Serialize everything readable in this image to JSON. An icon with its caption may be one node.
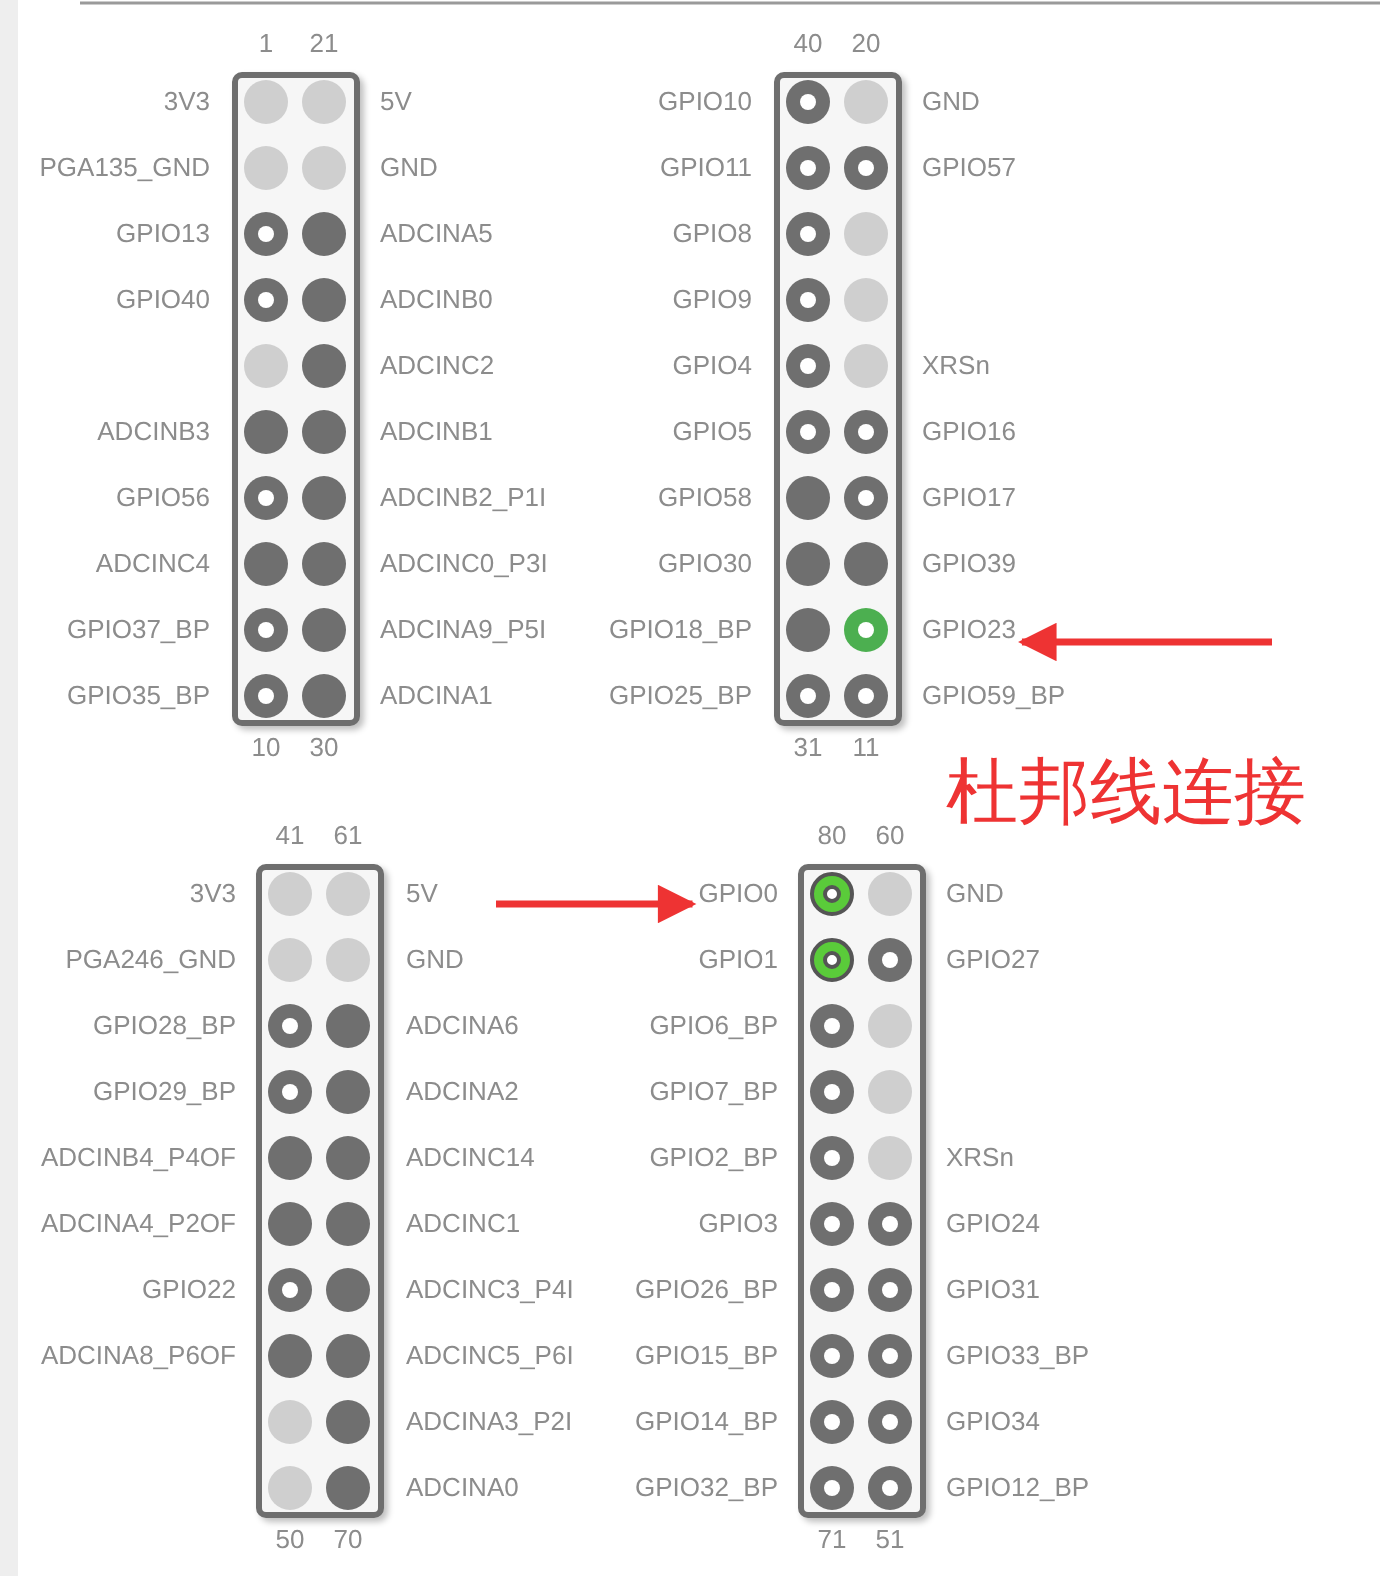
{
  "diagram": {
    "nodes": [
      {
        "text": [],
        "shape": "box",
        "beside": [
          "1",
          "21",
          "10",
          "30"
        ]
      },
      {
        "text": [],
        "shape": "box",
        "beside": [
          "40",
          "20",
          "31",
          "11"
        ]
      },
      {
        "text": [],
        "shape": "box",
        "beside": [
          "41",
          "61",
          "50",
          "70"
        ]
      },
      {
        "text": [],
        "shape": "box",
        "beside": [
          "80",
          "60",
          "71",
          "51"
        ]
      },
      {
        "text": [
          "GPIO23"
        ]
      },
      {
        "text": [
          "GPIO0"
        ]
      }
    ],
    "edges": [
      {
        "from": null,
        "to": 4,
        "arrow": "to"
      },
      {
        "from": null,
        "to": 5,
        "arrow": "to"
      }
    ],
    "labels": [
      "3V3",
      "5V",
      "PGA135_GND",
      "GND",
      "GPIO13",
      "ADCINA5",
      "GPIO40",
      "ADCINB0",
      "ADCINC2",
      "ADCINB3",
      "ADCINB1",
      "GPIO56",
      "ADCINB2_P1I",
      "ADCINC4",
      "ADCINC0_P3I",
      "GPIO37_BP",
      "ADCINA9_P5I",
      "GPIO35_BP",
      "ADCINA1",
      "GPIO10",
      "GND",
      "GPIO11",
      "GPIO57",
      "GPIO8",
      "GPIO9",
      "GPIO4",
      "XRSn",
      "GPIO5",
      "GPIO16",
      "GPIO58",
      "GPIO17",
      "GPIO30",
      "GPIO39",
      "GPIO18_BP",
      "GPIO25_BP",
      "GPIO59_BP",
      "3V3",
      "5V",
      "PGA246_GND",
      "GND",
      "GPIO28_BP",
      "ADCINA6",
      "GPIO29_BP",
      "ADCINA2",
      "ADCINB4_P4OF",
      "ADCINC14",
      "ADCINA4_P2OF",
      "ADCINC1",
      "GPIO22",
      "ADCINC3_P4I",
      "ADCINA8_P6OF",
      "ADCINC5_P6I",
      "ADCINA3_P2I",
      "ADCINA0",
      "GND",
      "GPIO1",
      "GPIO27",
      "GPIO6_BP",
      "GPIO7_BP",
      "GPIO2_BP",
      "XRSn",
      "GPIO3",
      "GPIO24",
      "GPIO26_BP",
      "GPIO31",
      "GPIO15_BP",
      "GPIO33_BP",
      "GPIO14_BP",
      "GPIO34",
      "GPIO32_BP",
      "GPIO12_BP",
      "杜邦线连接"
    ]
  }
}
